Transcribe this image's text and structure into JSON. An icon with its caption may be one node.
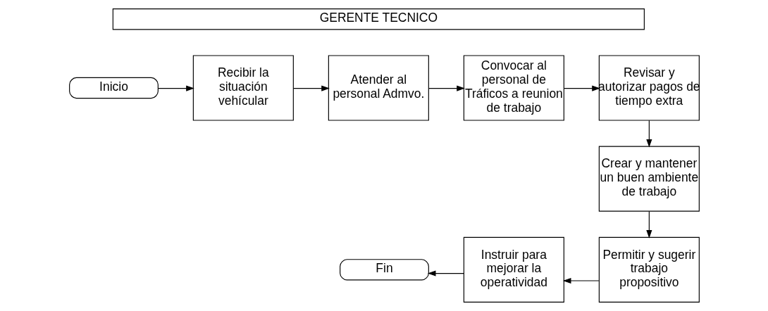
{
  "diagram": {
    "nodes": [
      {
        "text": [
          "GERENTE TECNICO"
        ]
      },
      {
        "text": [
          "Inicio"
        ]
      },
      {
        "text": [
          "Recibir la situación vehícular"
        ]
      },
      {
        "text": [
          "Atender al personal Admvo."
        ]
      },
      {
        "text": [
          "Convocar al personal de Tráficos a reunion de trabajo"
        ]
      },
      {
        "text": [
          "Revisar y autorizar pagos de tiempo extra"
        ]
      },
      {
        "text": [
          "Crear y mantener un buen ambiente de trabajo"
        ]
      },
      {
        "text": [
          "Permitir y sugerir trabajo propositivo"
        ]
      },
      {
        "text": [
          "Instruir para mejorar la operatividad"
        ]
      },
      {
        "text": [
          "Fin"
        ]
      }
    ],
    "edges": [
      {
        "from": 1,
        "to": 2,
        "arrow": "to"
      },
      {
        "from": 2,
        "to": 3,
        "arrow": "to"
      },
      {
        "from": 3,
        "to": 4,
        "arrow": "to"
      },
      {
        "from": 4,
        "to": 5,
        "arrow": "to"
      },
      {
        "from": 5,
        "to": 6,
        "arrow": "to"
      },
      {
        "from": 6,
        "to": 7,
        "arrow": "to"
      },
      {
        "from": 7,
        "to": 8,
        "arrow": "to"
      },
      {
        "from": 8,
        "to": 9,
        "arrow": "to"
      }
    ]
  }
}
